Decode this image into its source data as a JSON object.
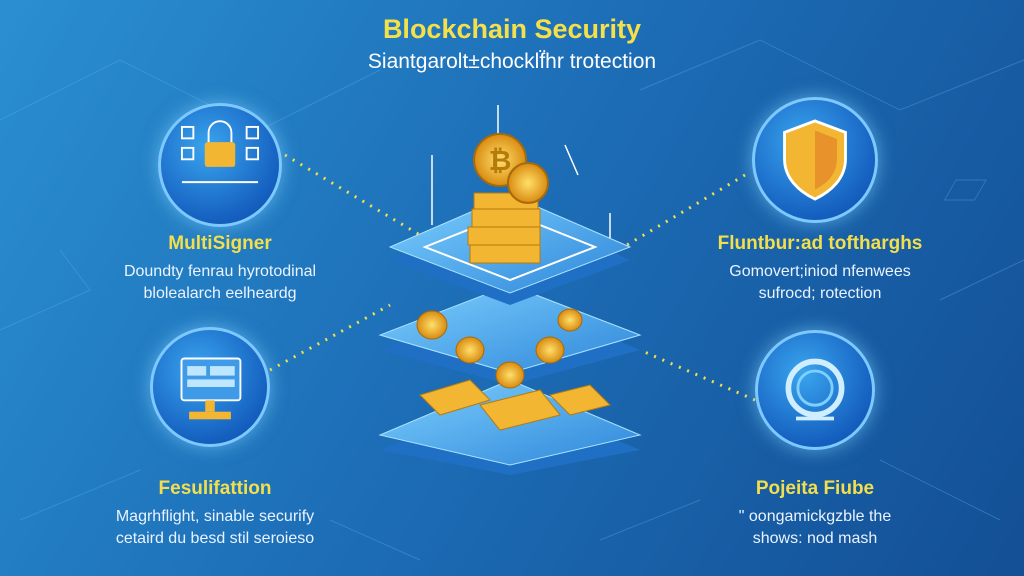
{
  "header": {
    "title": "Blockchain Security",
    "subtitle": "Siantgarolt±chocklf̈hr trotection"
  },
  "features": [
    {
      "title": "MultiSigner",
      "line1": "Doundty fenrau hyrotodinal",
      "line2": "blolealarch eelheardg"
    },
    {
      "title": "Fluntbur:ad toftharghs",
      "line1": "Gomovert;iniod nfenwees",
      "line2": "sufrocd; rotection"
    },
    {
      "title": "Fesulifattion",
      "line1": "Magrhflight, sinable securify",
      "line2": "cetaird du besd stil seroieso"
    },
    {
      "title": "Pojeita Fiube",
      "line1": "\" oongamickgzble the",
      "line2": "shows: nod mash"
    }
  ],
  "colors": {
    "accent": "#f3df4c",
    "background": "#1d6fb8",
    "gold": "#f2b632"
  }
}
